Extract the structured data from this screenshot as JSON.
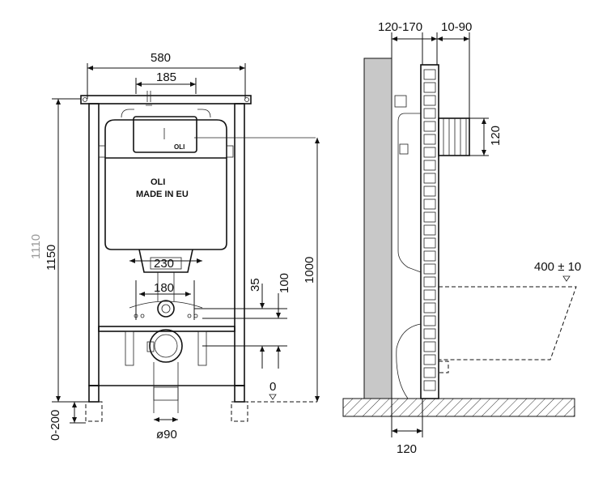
{
  "front_view": {
    "width_label": "580",
    "flush_plate_label": "185",
    "height_label": "1150",
    "height_faded_label": "1110",
    "foot_adjust_label": "0-200",
    "wc_height_label": "1000",
    "bolt_spacing_1_label": "230",
    "bolt_spacing_2_label": "180",
    "offset_35_label": "35",
    "offset_100_label": "100",
    "floor_zero_label": "0",
    "drain_label": "ø90",
    "brand_label": "OLI",
    "made_in_label": "MADE IN EU",
    "plate_brand_label": "OLI"
  },
  "side_view": {
    "depth_label": "120-170",
    "inlet_offset_label": "10-90",
    "inlet_height_label": "120",
    "bowl_height_label": "400 ± 10",
    "frame_depth_label": "120"
  },
  "icons": {
    "level_marker": "triangle-down-icon"
  }
}
